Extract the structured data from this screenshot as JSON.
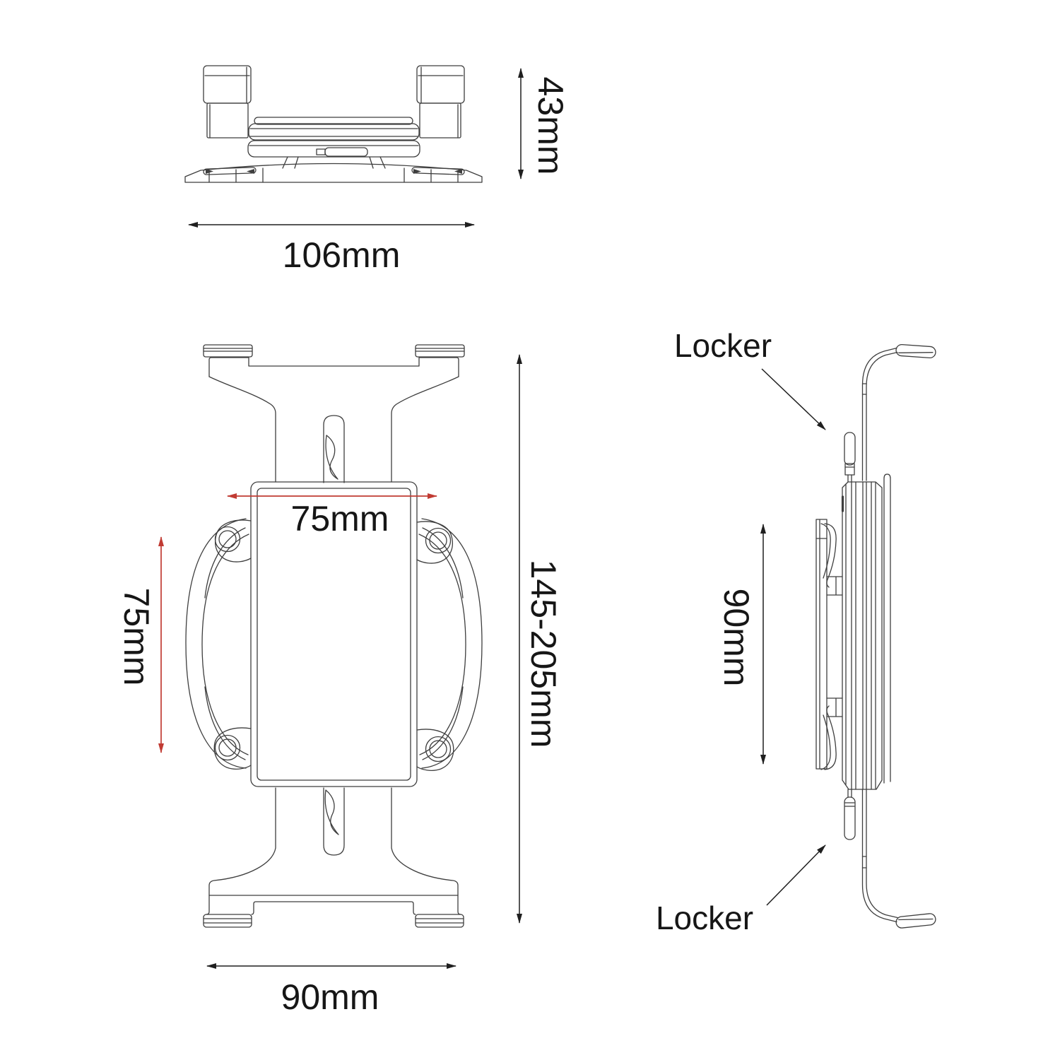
{
  "colors": {
    "background": "#ffffff",
    "line_color": "#3e3e3e",
    "dimension_color": "#1f1f1f",
    "red_dimension_color": "#c13b33",
    "text_color": "#161616"
  },
  "top_view": {
    "height_dim": "43mm",
    "width_dim": "106mm"
  },
  "front_view": {
    "plate_width_dim": "75mm",
    "plate_height_dim": "75mm",
    "height_range_dim": "145-205mm",
    "base_width_dim": "90mm"
  },
  "side_view": {
    "height_dim": "90mm",
    "locker_label_top": "Locker",
    "locker_label_bottom": "Locker"
  }
}
